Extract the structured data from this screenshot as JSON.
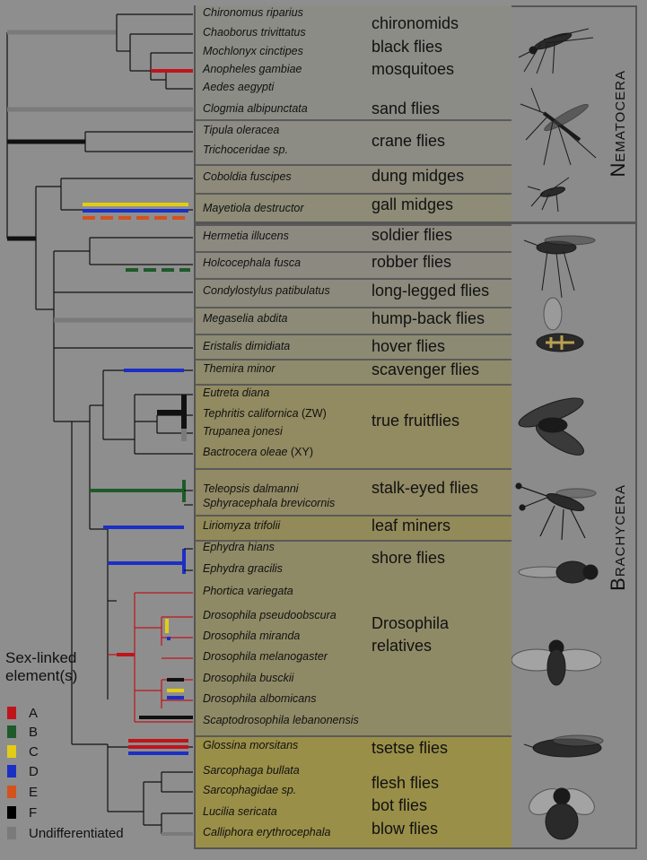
{
  "suborders": [
    "Nematocera",
    "Brachycera"
  ],
  "legend": {
    "title": "Sex-linked element(s)",
    "items": [
      {
        "label": "A",
        "color": "#c0141b"
      },
      {
        "label": "B",
        "color": "#1e5a2a"
      },
      {
        "label": "C",
        "color": "#e2cc16"
      },
      {
        "label": "D",
        "color": "#1c2fc4"
      },
      {
        "label": "E",
        "color": "#d4521c"
      },
      {
        "label": "F",
        "color": "#000000"
      },
      {
        "label": "Undifferentiated",
        "color": "#7a7a7a"
      }
    ]
  },
  "species": [
    {
      "name": "Chironomus riparius",
      "suffix": ""
    },
    {
      "name": "Chaoborus trivittatus",
      "suffix": ""
    },
    {
      "name": "Mochlonyx cinctipes",
      "suffix": ""
    },
    {
      "name": "Anopheles gambiae",
      "suffix": ""
    },
    {
      "name": "Aedes aegypti",
      "suffix": ""
    },
    {
      "name": "Clogmia albipunctata",
      "suffix": ""
    },
    {
      "name": "Tipula oleracea",
      "suffix": ""
    },
    {
      "name": "Trichoceridae sp.",
      "suffix": ""
    },
    {
      "name": "Coboldia fuscipes",
      "suffix": ""
    },
    {
      "name": "Mayetiola destructor",
      "suffix": ""
    },
    {
      "name": "Hermetia illucens",
      "suffix": ""
    },
    {
      "name": "Holcocephala fusca",
      "suffix": ""
    },
    {
      "name": "Condylostylus patibulatus",
      "suffix": ""
    },
    {
      "name": "Megaselia abdita",
      "suffix": ""
    },
    {
      "name": "Eristalis dimidiata",
      "suffix": ""
    },
    {
      "name": "Themira minor",
      "suffix": ""
    },
    {
      "name": "Eutreta diana",
      "suffix": ""
    },
    {
      "name": "Tephritis californica",
      "suffix": " (ZW)"
    },
    {
      "name": "Trupanea jonesi",
      "suffix": ""
    },
    {
      "name": "Bactrocera oleae",
      "suffix": " (XY)"
    },
    {
      "name": "Teleopsis dalmanni",
      "suffix": ""
    },
    {
      "name": "Sphyracephala brevicornis",
      "suffix": ""
    },
    {
      "name": "Liriomyza trifolii",
      "suffix": ""
    },
    {
      "name": "Ephydra hians",
      "suffix": ""
    },
    {
      "name": "Ephydra gracilis",
      "suffix": ""
    },
    {
      "name": "Phortica variegata",
      "suffix": ""
    },
    {
      "name": "Drosophila pseudoobscura",
      "suffix": ""
    },
    {
      "name": "Drosophila miranda",
      "suffix": ""
    },
    {
      "name": "Drosophila melanogaster",
      "suffix": ""
    },
    {
      "name": "Drosophila busckii",
      "suffix": ""
    },
    {
      "name": "Drosophila albomicans",
      "suffix": ""
    },
    {
      "name": "Scaptodrosophila lebanonensis",
      "suffix": ""
    },
    {
      "name": "Glossina morsitans",
      "suffix": ""
    },
    {
      "name": "Sarcophaga bullata",
      "suffix": ""
    },
    {
      "name": "Sarcophagidae sp.",
      "suffix": ""
    },
    {
      "name": "Lucilia sericata",
      "suffix": ""
    },
    {
      "name": "Calliphora erythrocephala",
      "suffix": ""
    }
  ],
  "groups": [
    {
      "name": "chironomids"
    },
    {
      "name": "black flies"
    },
    {
      "name": "mosquitoes"
    },
    {
      "name": "sand flies"
    },
    {
      "name": "crane flies"
    },
    {
      "name": "dung midges"
    },
    {
      "name": "gall midges"
    },
    {
      "name": "soldier flies"
    },
    {
      "name": "robber flies"
    },
    {
      "name": "long-legged flies"
    },
    {
      "name": "hump-back flies"
    },
    {
      "name": "hover flies"
    },
    {
      "name": "scavenger flies"
    },
    {
      "name": "true fruitflies"
    },
    {
      "name": "stalk-eyed flies"
    },
    {
      "name": "leaf miners"
    },
    {
      "name": "shore flies"
    },
    {
      "name": "Drosophila"
    },
    {
      "name": "relatives"
    },
    {
      "name": "tsetse flies"
    },
    {
      "name": "flesh flies"
    },
    {
      "name": "bot flies"
    },
    {
      "name": "blow flies"
    }
  ]
}
